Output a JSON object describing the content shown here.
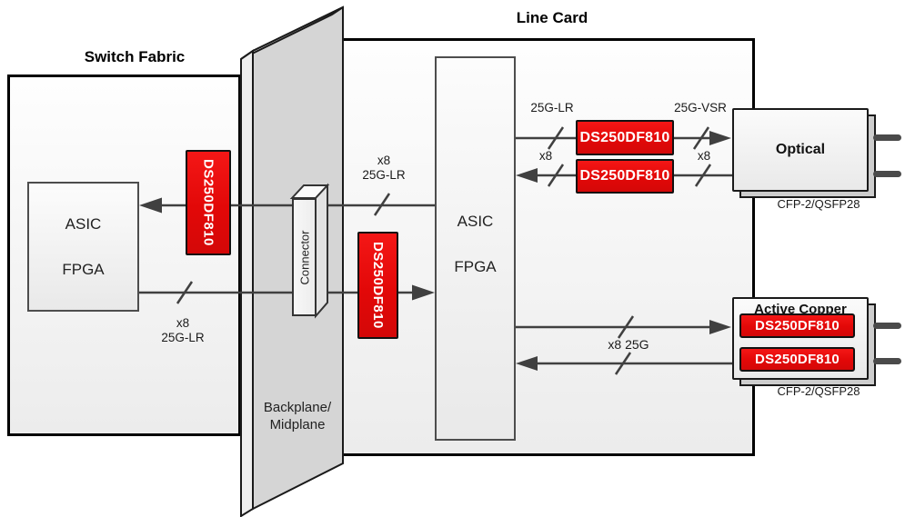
{
  "colors": {
    "red": "#e20808",
    "line": "#404040"
  },
  "switch_fabric": {
    "title": "Switch Fabric",
    "asic_line1": "ASIC",
    "asic_line2": "FPGA",
    "retimer": "DS250DF810",
    "bus_lanes": "x8",
    "bus_rate": "25G-LR"
  },
  "backplane": {
    "label_line1": "Backplane/",
    "label_line2": "Midplane",
    "connector": "Connector"
  },
  "line_card": {
    "title": "Line Card",
    "asic_line1": "ASIC",
    "asic_line2": "FPGA",
    "retimer": "DS250DF810",
    "bus_lanes": "x8",
    "bus_rate": "25G-LR",
    "optical_tx_rate": "25G-LR",
    "optical_tx_lanes": "x8",
    "optical_vsr_rate": "25G-VSR",
    "optical_vsr_lanes": "x8",
    "retimer_tx": "DS250DF810",
    "retimer_rx": "DS250DF810",
    "copper_bus": "x8 25G"
  },
  "optical_module": {
    "title": "Optical",
    "connector_type": "CFP-2/QSFP28"
  },
  "copper_module": {
    "title": "Active Copper",
    "connector_type": "CFP-2/QSFP28",
    "retimer_tx": "DS250DF810",
    "retimer_rx": "DS250DF810"
  }
}
